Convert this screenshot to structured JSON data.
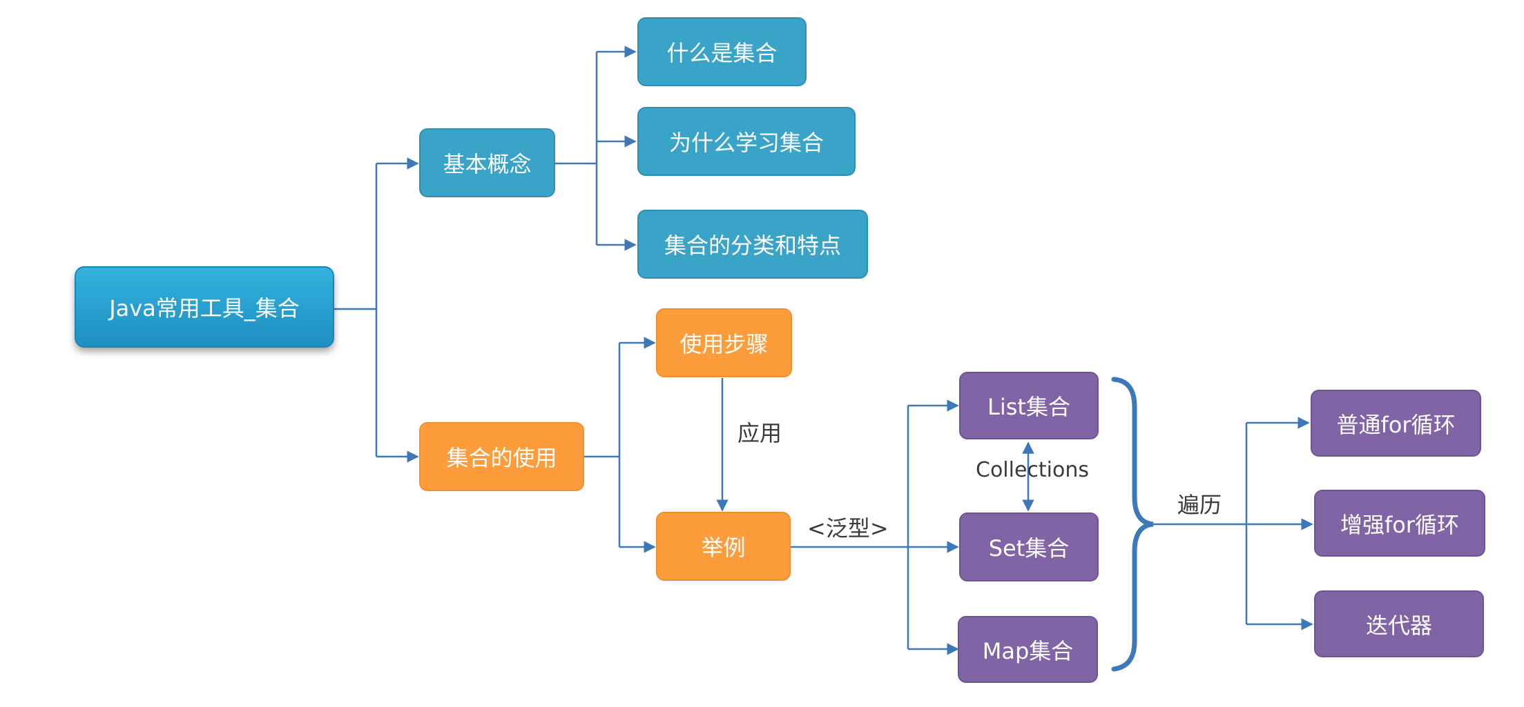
{
  "colors": {
    "root": "#1d9fd2",
    "concept": "#3aa3c8",
    "usage": "#fc9c3a",
    "collection": "#8064a6",
    "connector": "#3d79b8"
  },
  "root": {
    "label": "Java常用工具_集合"
  },
  "concept": {
    "label": "基本概念",
    "children": [
      "什么是集合",
      "为什么学习集合",
      "集合的分类和特点"
    ]
  },
  "usage": {
    "label": "集合的使用",
    "steps": "使用步骤",
    "example": "举例",
    "apply_label": "应用",
    "generic_label": "<泛型>"
  },
  "collections": {
    "list": "List集合",
    "set": "Set集合",
    "map": "Map集合",
    "util_label": "Collections"
  },
  "traversal": {
    "label": "遍历",
    "methods": [
      "普通for循环",
      "增强for循环",
      "迭代器"
    ]
  }
}
